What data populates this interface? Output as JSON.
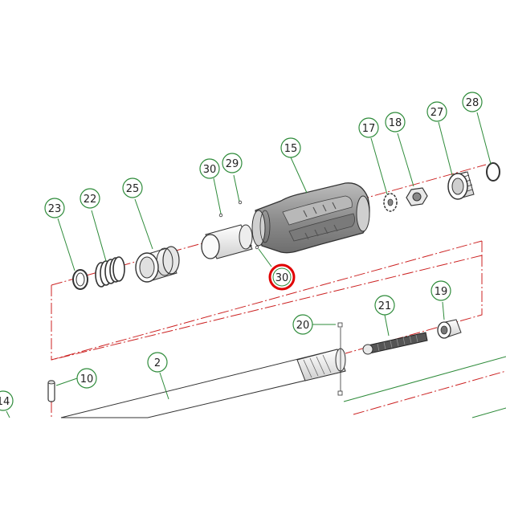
{
  "diagram": {
    "callouts": [
      {
        "id": "c23",
        "label": "23"
      },
      {
        "id": "c22",
        "label": "22"
      },
      {
        "id": "c25",
        "label": "25"
      },
      {
        "id": "c30a",
        "label": "30"
      },
      {
        "id": "c29",
        "label": "29"
      },
      {
        "id": "c15",
        "label": "15"
      },
      {
        "id": "c17",
        "label": "17"
      },
      {
        "id": "c18",
        "label": "18"
      },
      {
        "id": "c27",
        "label": "27"
      },
      {
        "id": "c28",
        "label": "28"
      },
      {
        "id": "c30b",
        "label": "30",
        "highlighted": true
      },
      {
        "id": "c20",
        "label": "20"
      },
      {
        "id": "c21",
        "label": "21"
      },
      {
        "id": "c19",
        "label": "19"
      },
      {
        "id": "c2",
        "label": "2"
      },
      {
        "id": "c10",
        "label": "10"
      },
      {
        "id": "c14",
        "label": "14"
      }
    ],
    "colors": {
      "callout_stroke": "#2e8b3a",
      "leader_line": "#2e8b3a",
      "axis_line": "#cc2222",
      "highlight": "#e00000",
      "part_stroke": "#333333",
      "part_fill": "#f2f2f2",
      "grip_fill": "#9a9a9a"
    }
  }
}
